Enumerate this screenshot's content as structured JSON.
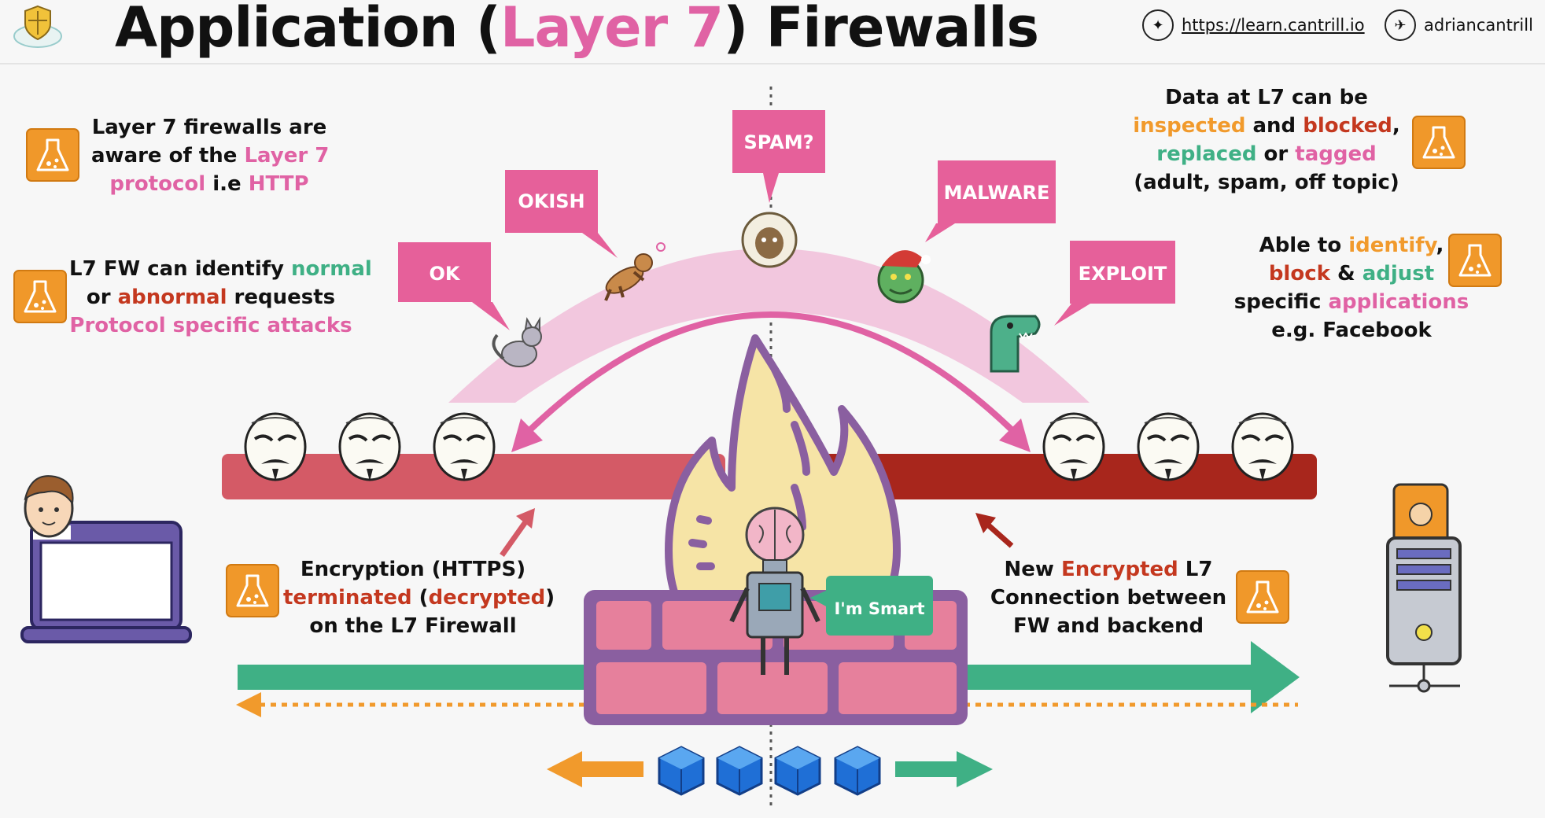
{
  "header": {
    "title_pre": "Application (",
    "title_highlight": "Layer 7",
    "title_post": ") Firewalls",
    "site_link": "https://learn.cantrill.io",
    "handle": "adriancantrill"
  },
  "notes": {
    "aware": {
      "l1": "Layer 7 firewalls are",
      "l2a": "aware of the ",
      "l2b": "Layer 7",
      "l3a": "protocol",
      "l3b": " i.e ",
      "l3c": "HTTP"
    },
    "identify": {
      "l1a": "L7 FW can identify ",
      "l1b": "normal",
      "l2a": "or ",
      "l2b": "abnormal",
      "l2c": " requests",
      "l3": "Protocol specific attacks"
    },
    "data": {
      "l1": "Data at L7 can be",
      "l2a": "inspected",
      "l2b": " and ",
      "l2c": "blocked",
      "l2d": ",",
      "l3a": "replaced",
      "l3b": " or ",
      "l3c": "tagged",
      "l4": "(adult, spam, off topic)"
    },
    "apps": {
      "l1a": "Able to ",
      "l1b": "identify",
      "l1c": ",",
      "l2a": "block",
      "l2b": " & ",
      "l2c": "adjust",
      "l3a": "specific ",
      "l3b": "applications",
      "l4": "e.g. Facebook"
    },
    "encryption": {
      "l1": "Encryption (HTTPS)",
      "l2a": "terminated",
      "l2b": " (",
      "l2c": "decrypted",
      "l2d": ")",
      "l3": "on the L7 Firewall"
    },
    "new_conn": {
      "l1a": "New ",
      "l1b": "Encrypted",
      "l1c": " L7",
      "l2": "Connection between",
      "l3": "FW and backend"
    }
  },
  "bubbles": {
    "ok": "OK",
    "okish": "OKISH",
    "spam": "SPAM?",
    "malware": "MALWARE",
    "exploit": "EXPLOIT"
  },
  "robot_label": "I'm Smart",
  "colors": {
    "pink": "#e062a4",
    "green": "#3fb085",
    "orange": "#f19a2c",
    "red": "#c4381f",
    "bubble": "#e6609a",
    "arc": "#f2c7de",
    "bar_left": "#d45a66",
    "bar_right": "#a8261c",
    "flask": "#f0982a",
    "wall": "#e6809c",
    "wall_border": "#8a5fa0"
  },
  "icons": [
    "flask-icon",
    "compass-icon",
    "twitter-icon",
    "mask-icon",
    "cat-icon",
    "dog-icon",
    "sheep-icon",
    "grinch-icon",
    "trex-icon",
    "flame-icon",
    "robot-icon",
    "server-icon",
    "laptop-icon",
    "cube-icon"
  ]
}
